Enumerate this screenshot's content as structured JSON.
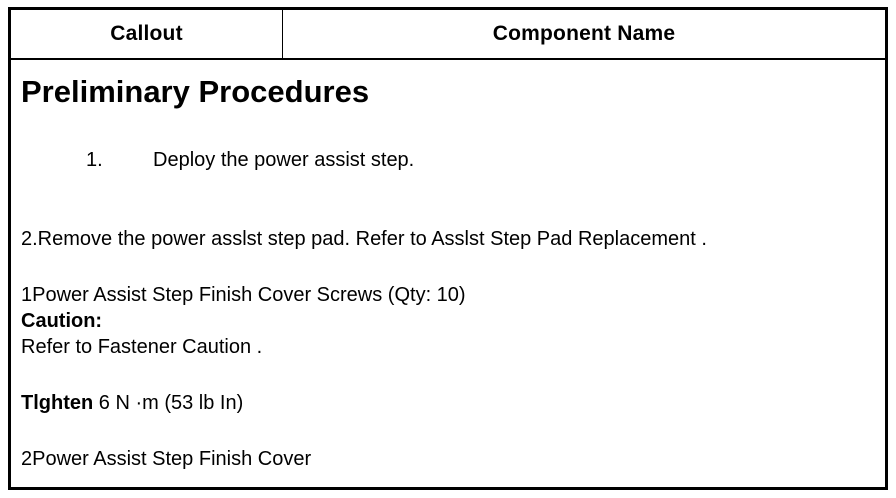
{
  "table": {
    "headers": {
      "callout": "Callout",
      "component": "Component Name"
    }
  },
  "content": {
    "section_title": "Preliminary Procedures",
    "step1": {
      "number": "1.",
      "text": "Deploy the power assist step."
    },
    "step2": "2.Remove the power asslst step pad. Refer to Asslst Step Pad Replacement .",
    "item1": "1Power Assist Step Finish Cover Screws (Qty: 10)",
    "caution_label": "Caution:",
    "caution_text": "Refer to Fastener Caution .",
    "tighten_label": "Tlghten",
    "tighten_value": " 6 N ·m (53 lb In)",
    "item2": "2Power Assist Step Finish Cover"
  }
}
